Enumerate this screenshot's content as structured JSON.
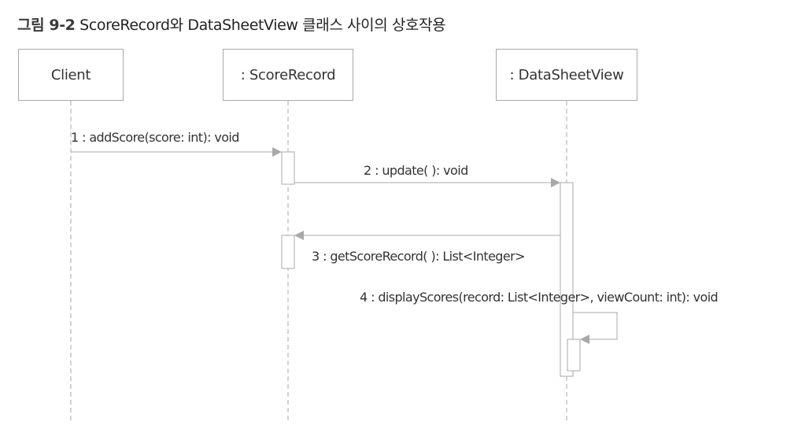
{
  "caption": {
    "number": "그림 9-2",
    "title": "ScoreRecord와 DataSheetView 클래스 사이의 상호작용"
  },
  "lifelines": [
    {
      "id": "client",
      "label": "Client"
    },
    {
      "id": "score-record",
      "label": ": ScoreRecord"
    },
    {
      "id": "data-sheet-view",
      "label": ": DataSheetView"
    }
  ],
  "messages": [
    {
      "seq": "1",
      "label": "1 : addScore(score: int): void",
      "from": "client",
      "to": "score-record"
    },
    {
      "seq": "2",
      "label": "2 : update( ): void",
      "from": "score-record",
      "to": "data-sheet-view"
    },
    {
      "seq": "3",
      "label": "3 : getScoreRecord( ): List<Integer>",
      "from": "data-sheet-view",
      "to": "score-record"
    },
    {
      "seq": "4",
      "label": "4 : displayScores(record: List<Integer>, viewCount: int): void",
      "from": "data-sheet-view",
      "to": "data-sheet-view"
    }
  ],
  "colors": {
    "line": "#a8a8a8",
    "text": "#333333",
    "caption_number": "#3a3a3a"
  }
}
